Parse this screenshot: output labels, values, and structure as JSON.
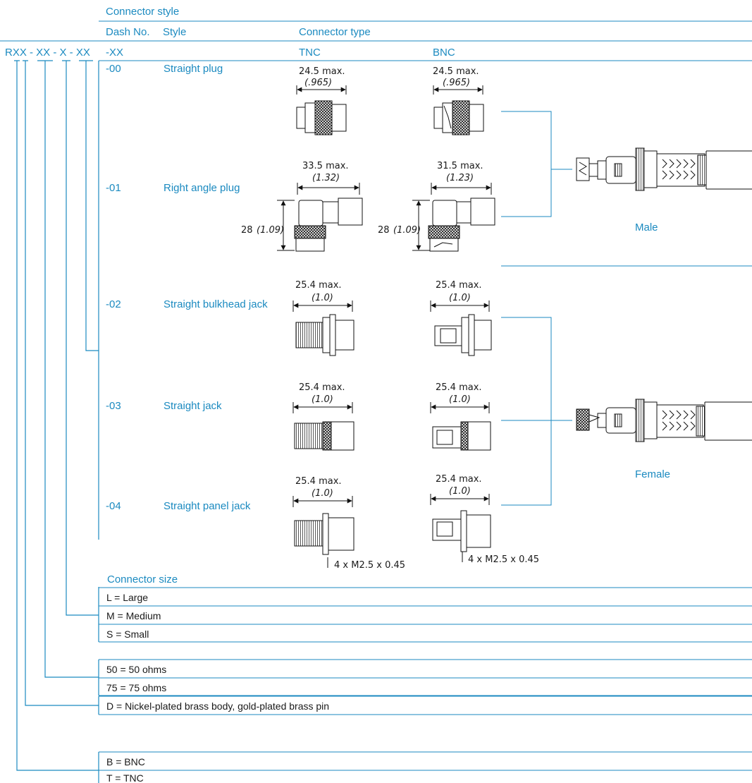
{
  "header": {
    "connector_style": "Connector  style",
    "dash_no": "Dash No.",
    "style": "Style",
    "connector_type": "Connector type",
    "part_code": "RXX - XX - X - XX",
    "dash_code": "-XX",
    "tnc": "TNC",
    "bnc": "BNC"
  },
  "styles": [
    {
      "dash": "-00",
      "name": "Straight plug",
      "tnc_dim": "24.5 max.",
      "tnc_in": "(.965)",
      "bnc_dim": "24.5 max.",
      "bnc_in": "(.965)"
    },
    {
      "dash": "-01",
      "name": "Right angle plug",
      "tnc_dim": "33.5 max.",
      "tnc_in": "(1.32)",
      "bnc_dim": "31.5 max.",
      "bnc_in": "(1.23)",
      "tnc_height": "28",
      "tnc_height_in": "(1.09)",
      "bnc_height": "28",
      "bnc_height_in": "(1.09)"
    },
    {
      "dash": "-02",
      "name": "Straight bulkhead jack",
      "tnc_dim": "25.4 max.",
      "tnc_in": "(1.0)",
      "bnc_dim": "25.4 max.",
      "bnc_in": "(1.0)"
    },
    {
      "dash": "-03",
      "name": "Straight jack",
      "tnc_dim": "25.4 max.",
      "tnc_in": "(1.0)",
      "bnc_dim": "25.4 max.",
      "bnc_in": "(1.0)"
    },
    {
      "dash": "-04",
      "name": "Straight panel jack",
      "tnc_dim": "25.4 max.",
      "tnc_in": "(1.0)",
      "bnc_dim": "25.4 max.",
      "bnc_in": "(1.0)",
      "tnc_screw": "4 x M2.5 x 0.45",
      "bnc_screw": "4 x M2.5 x 0.45"
    }
  ],
  "genders": {
    "male": "Male",
    "female": "Female"
  },
  "connector_size": {
    "title": "Connector size",
    "options": [
      "L = Large",
      "M = Medium",
      "S = Small"
    ]
  },
  "impedance": {
    "options": [
      "50 = 50 ohms",
      "75 = 75 ohms"
    ]
  },
  "plating": {
    "options": [
      "D = Nickel-plated brass body, gold-plated brass pin"
    ]
  },
  "type_codes": {
    "options": [
      "B = BNC",
      "T = TNC"
    ]
  },
  "colors": {
    "accent": "#1b8ac0",
    "ink": "#1a1a1a"
  }
}
